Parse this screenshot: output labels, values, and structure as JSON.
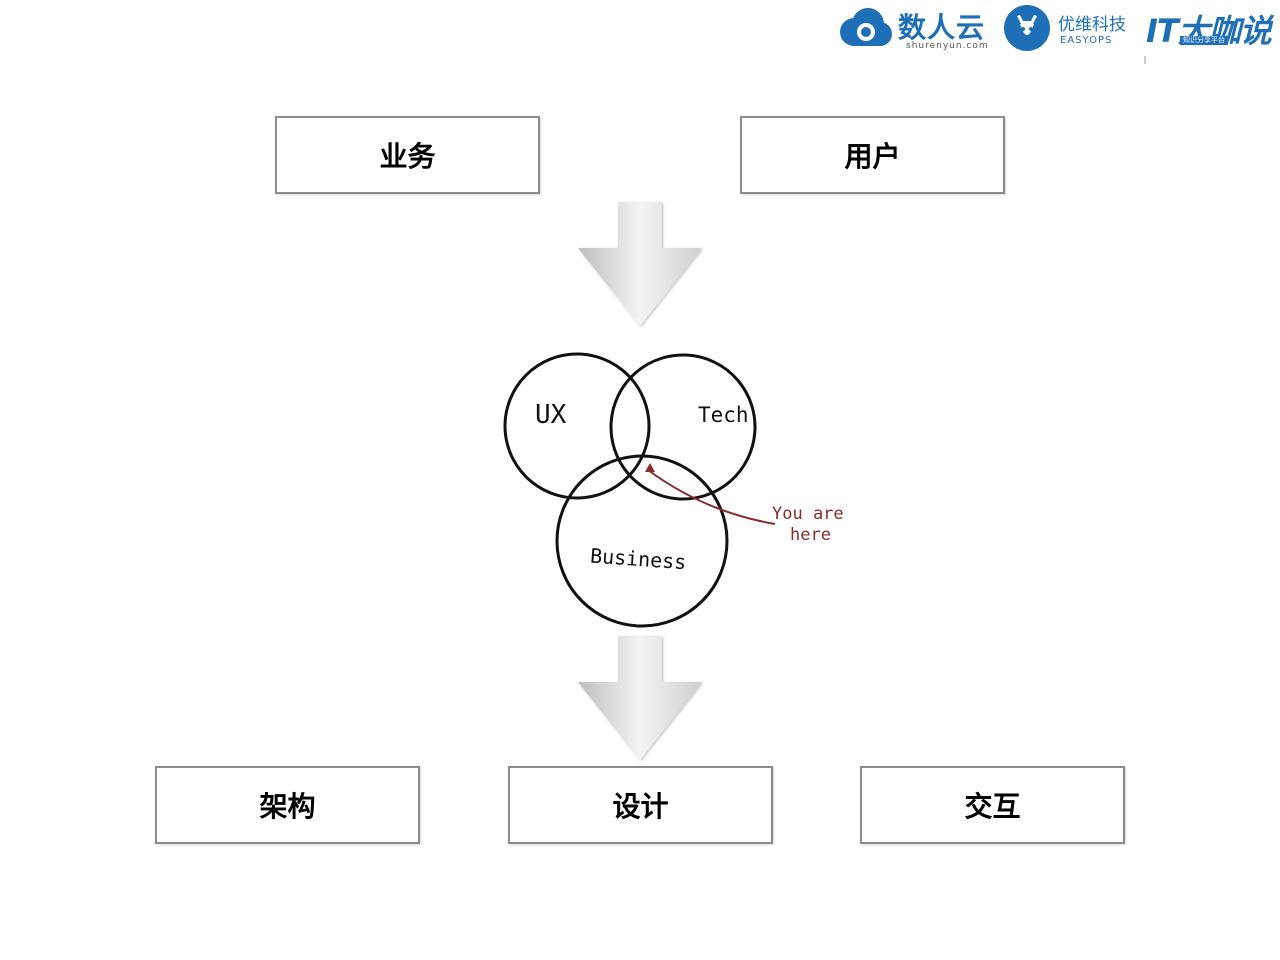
{
  "logos": {
    "shurenyun": {
      "name": "数人云",
      "domain": "shurenyun.com"
    },
    "easyops": {
      "name": "优维科技",
      "sub": "EASYOPS"
    },
    "itdks": {
      "name": "IT大咖说",
      "tag": "知识分享平台"
    }
  },
  "top_boxes": {
    "business": "业务",
    "user": "用户"
  },
  "bottom_boxes": {
    "architecture": "架构",
    "design": "设计",
    "interaction": "交互"
  },
  "venn": {
    "ux": "UX",
    "tech": "Tech",
    "business": "Business",
    "annotation_line1": "You are",
    "annotation_line2": "here"
  },
  "colors": {
    "brand_blue": "#1e6fb8",
    "annotation_red": "#8b2a2a",
    "box_border": "#8c8c8c"
  }
}
